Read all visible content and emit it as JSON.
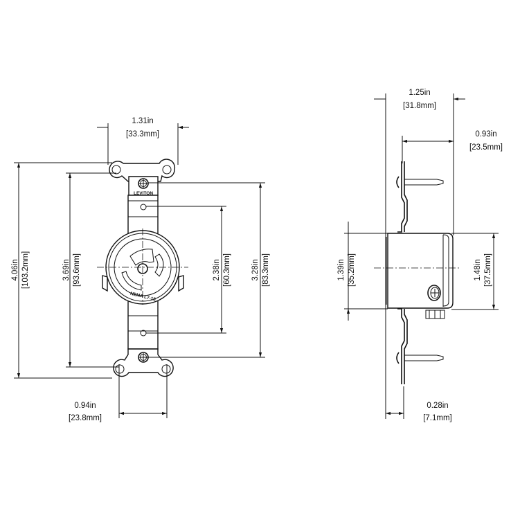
{
  "front_view": {
    "brand_text": "LEVITON",
    "rating_text": "NEMA L7-15",
    "dimensions": {
      "width_ears": {
        "in": "1.31in",
        "mm": "[33.3mm]"
      },
      "overall_height": {
        "in": "4.06in",
        "mm": "[103.2mm]"
      },
      "ear_hole_spacing": {
        "in": "3.69in",
        "mm": "[93.6mm]"
      },
      "mounting_hole_spacing": {
        "in": "2.38in",
        "mm": "[60.3mm]"
      },
      "screw_spacing": {
        "in": "3.28in",
        "mm": "[83.3mm]"
      },
      "bottom_hole_spacing": {
        "in": "0.94in",
        "mm": "[23.8mm]"
      }
    }
  },
  "side_view": {
    "dimensions": {
      "overall_depth": {
        "in": "1.25in",
        "mm": "[31.8mm]"
      },
      "body_depth": {
        "in": "0.93in",
        "mm": "[23.5mm]"
      },
      "face_height": {
        "in": "1.39in",
        "mm": "[35.2mm]"
      },
      "body_height": {
        "in": "1.48in",
        "mm": "[37.5mm]"
      },
      "face_projection": {
        "in": "0.28in",
        "mm": "[7.1mm]"
      }
    }
  }
}
